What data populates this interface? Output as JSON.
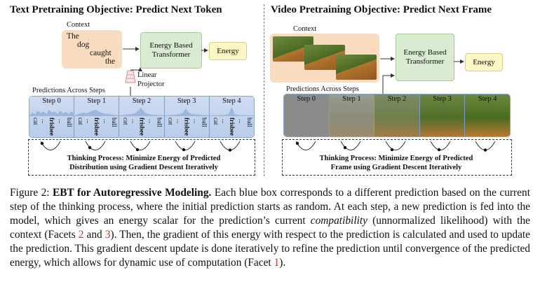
{
  "left_panel": {
    "title": "Text Pretraining Objective: Predict Next Token",
    "context_label": "Context",
    "context_words": [
      "The",
      "dog",
      "caught",
      "the"
    ],
    "transformer_label": "Energy Based Transformer",
    "energy_label": "Energy",
    "projector_label": "Linear Projector",
    "predictions_label": "Predictions Across Steps",
    "steps": [
      {
        "label": "Step 0",
        "tokens": [
          "cat",
          "...",
          "frisbee",
          "...",
          "ball"
        ]
      },
      {
        "label": "Step 1",
        "tokens": [
          "cat",
          "...",
          "frisbee",
          "...",
          "ball"
        ]
      },
      {
        "label": "Step 2",
        "tokens": [
          "cat",
          "...",
          "frisbee",
          "...",
          "ball"
        ]
      },
      {
        "label": "Step 3",
        "tokens": [
          "cat",
          "...",
          "frisbee",
          "...",
          "ball"
        ]
      },
      {
        "label": "Step 4",
        "tokens": [
          "cat",
          "...",
          "frisbee",
          "...",
          "ball"
        ]
      }
    ],
    "thinking_text": "Thinking Process: Minimize Energy of Predicted Distribution using Gradient Descent Iteratively"
  },
  "right_panel": {
    "title": "Video Pretraining Objective: Predict Next Frame",
    "context_label": "Context",
    "transformer_label": "Energy Based Transformer",
    "energy_label": "Energy",
    "predictions_label": "Predictions Across Steps",
    "steps": [
      {
        "label": "Step 0"
      },
      {
        "label": "Step 1"
      },
      {
        "label": "Step 2"
      },
      {
        "label": "Step 3"
      },
      {
        "label": "Step 4"
      }
    ],
    "thinking_text": "Thinking Process: Minimize Energy of Predicted Frame using Gradient Descent Iteratively"
  },
  "caption": {
    "figure_label": "Figure 2:",
    "bold_title": "EBT for Autoregressive Modeling.",
    "text_1": "Each blue box corresponds to a different prediction based on the current step of the thinking process, where the initial prediction starts as random. At each step, a new prediction is fed into the model, which gives an energy scalar for the prediction’s current",
    "italic_word": "compatibility",
    "text_2": "(unnormalized likelihood) with the context (Facets",
    "ref_a": "2",
    "and_word": "and",
    "ref_b": "3",
    "text_3": "). Then, the gradient of this energy with respect to the prediction is calculated and used to update the prediction. This gradient descent update is done iteratively to refine the prediction until convergence of the predicted energy, which allows for dynamic use of computation (Facet",
    "ref_c": "1",
    "text_4": ")."
  },
  "colors": {
    "step_blue": "#c3d4ee",
    "transformer_green": "#d9ebd0",
    "energy_yellow": "#fdf6c6",
    "context_orange": "#f9dcc0",
    "ref_red": "#c0392b"
  }
}
